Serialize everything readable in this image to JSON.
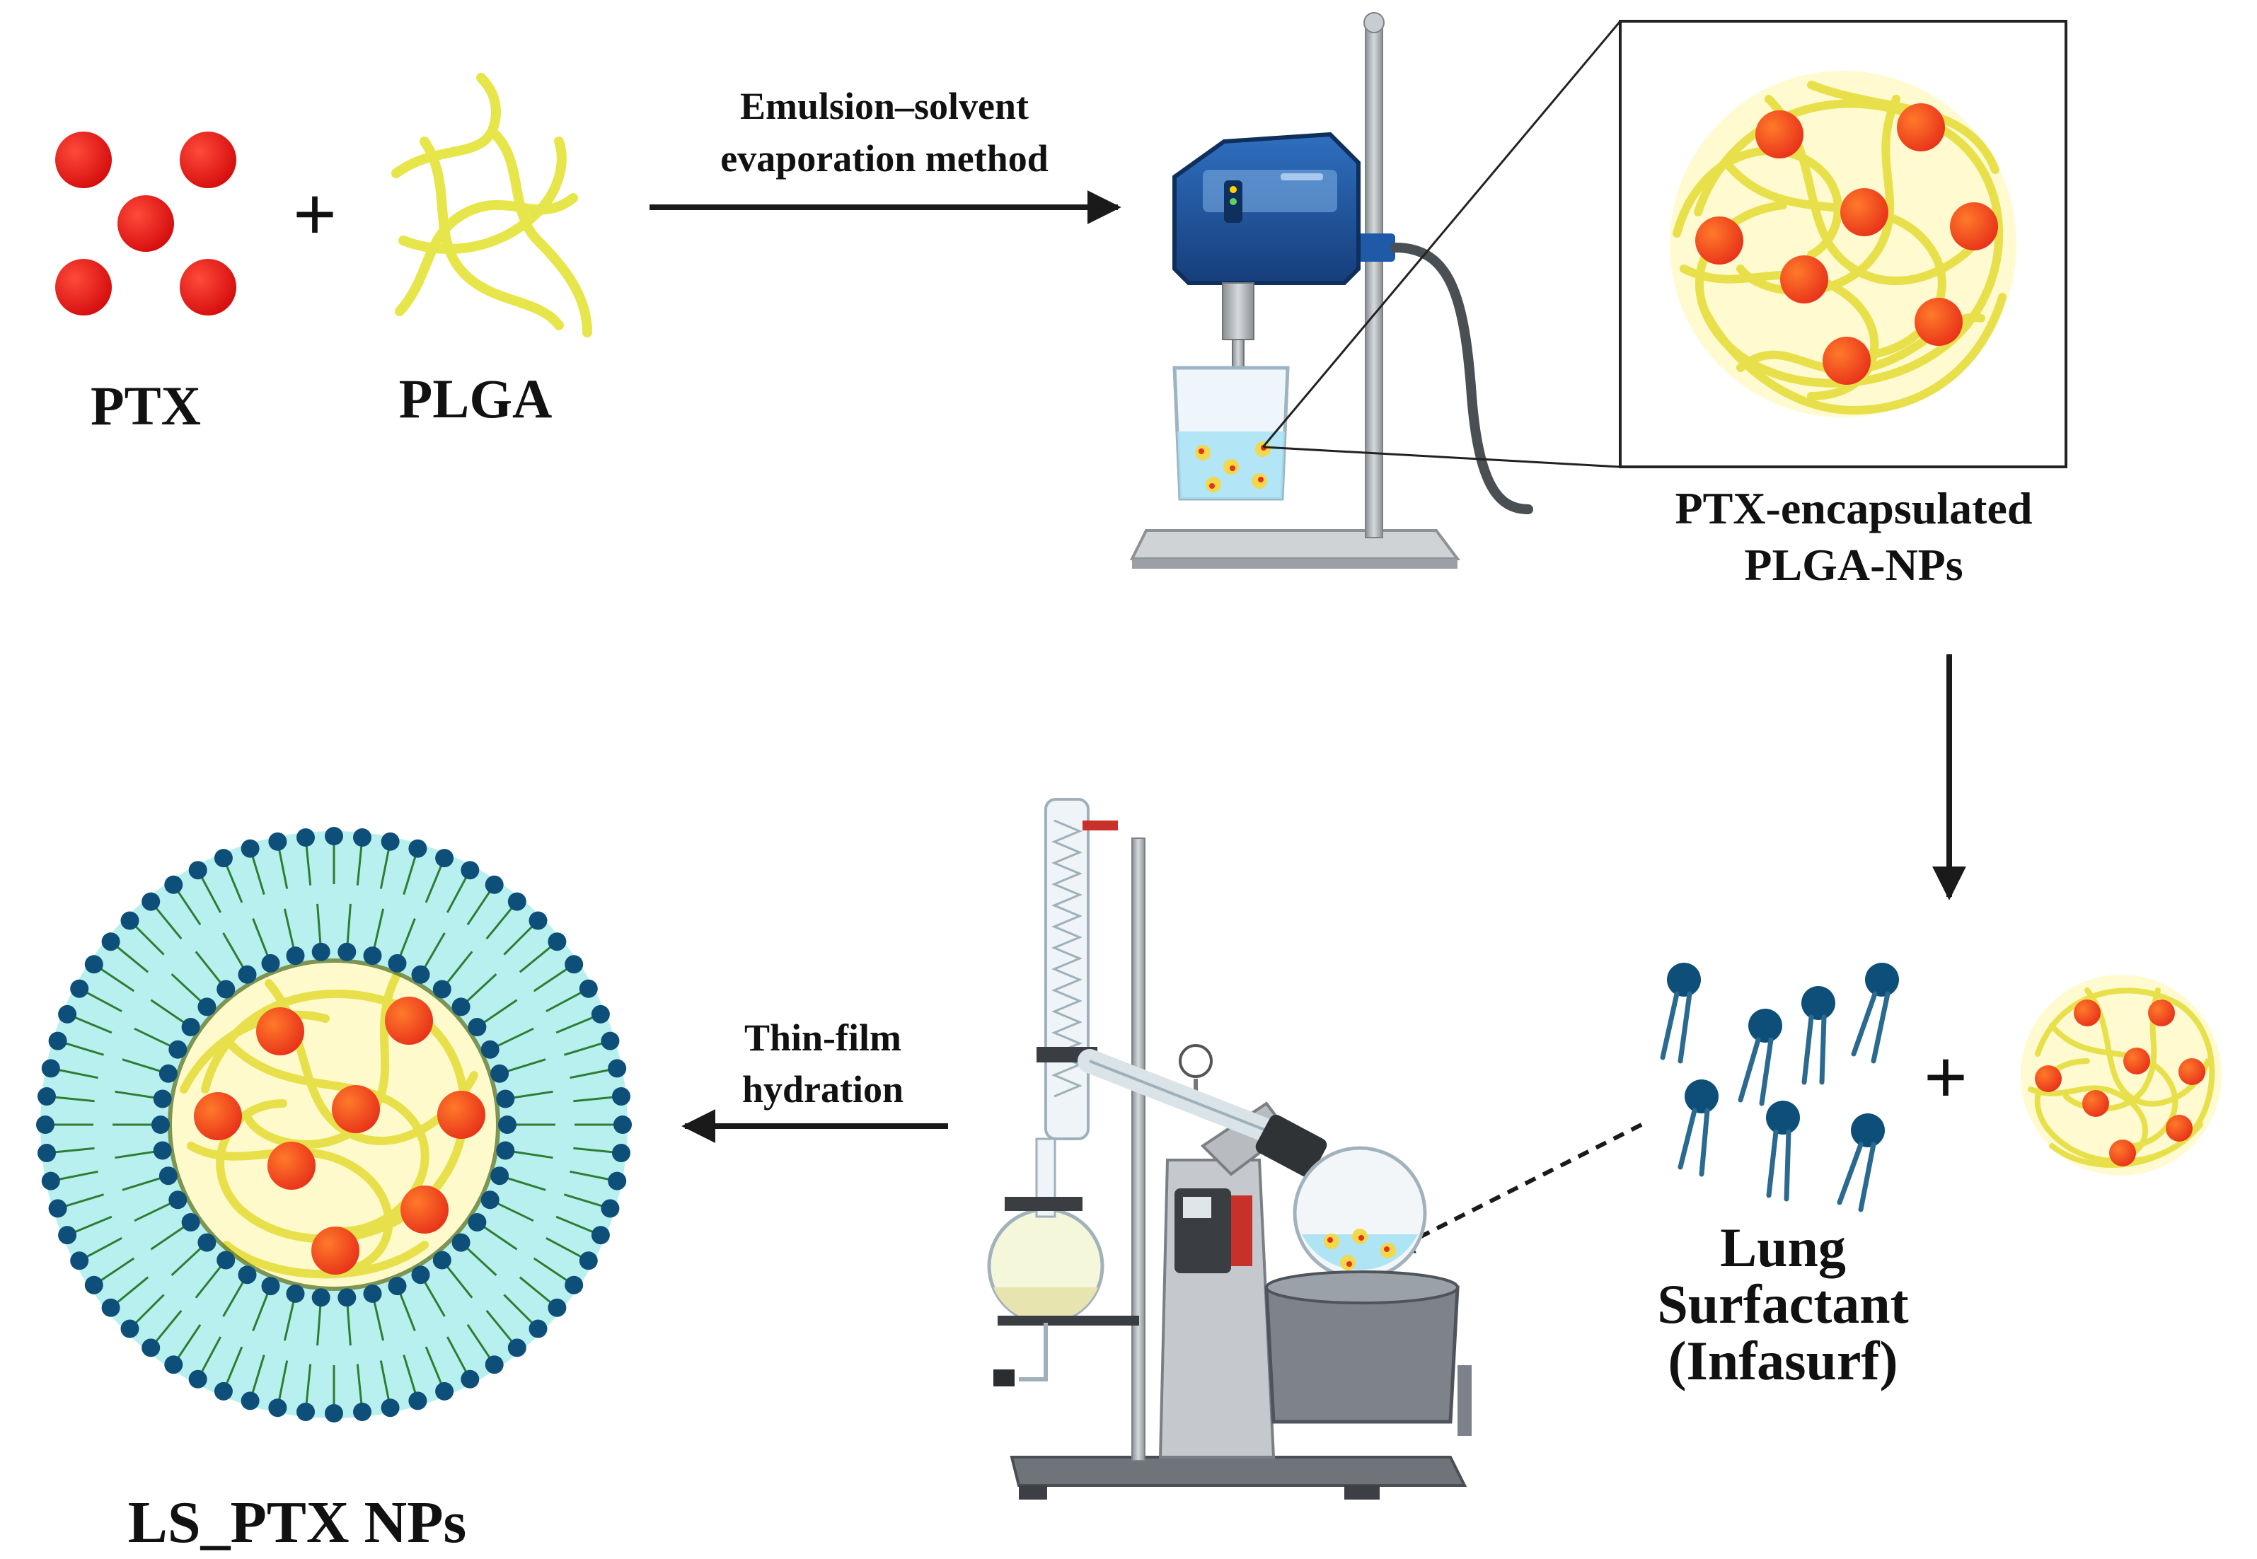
{
  "labels": {
    "ptx": "PTX",
    "plga": "PLGA",
    "plus": "+",
    "step1_line1": "Emulsion–solvent",
    "step1_line2": "evaporation method",
    "product1_line1": "PTX-encapsulated",
    "product1_line2": "PLGA-NPs",
    "surfactant_line1": "Lung",
    "surfactant_line2": "Surfactant",
    "surfactant_line3": "(Infasurf)",
    "step2_line1": "Thin-film",
    "step2_line2": "hydration",
    "final_product": "LS_PTX NPs"
  },
  "colors": {
    "drug": "#e8120f",
    "polymer": "#e6e64a",
    "lipid_head": "#0d4f78",
    "lipid_tail": "#2e7d32",
    "bilayer_fill": "#b8f0f0",
    "homogenizer_body": "#1e5aa8",
    "arrow": "#1a1a1a"
  },
  "icons": {
    "instrument_1": "ultrasonic-homogenizer",
    "instrument_2": "rotary-evaporator"
  }
}
